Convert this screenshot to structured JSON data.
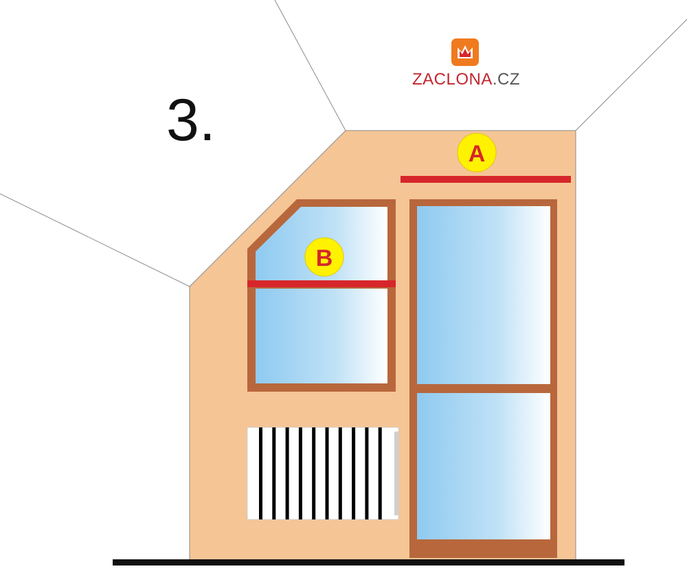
{
  "step": {
    "number": "3."
  },
  "logo": {
    "name": "ZACLONA",
    "domain": ".CZ",
    "icon": "crown-icon",
    "badge_color": "#f07a1e",
    "text_color": "#c1272d"
  },
  "markers": [
    {
      "label": "A",
      "target": "door-rail-a"
    },
    {
      "label": "B",
      "target": "window-rail-b"
    }
  ],
  "colors": {
    "wall": "#f5c596",
    "frame": "#b8673c",
    "rail": "#d7262b",
    "marker_fill": "#fff200",
    "glass_top": "#8fcaf0",
    "floor": "#111111"
  }
}
